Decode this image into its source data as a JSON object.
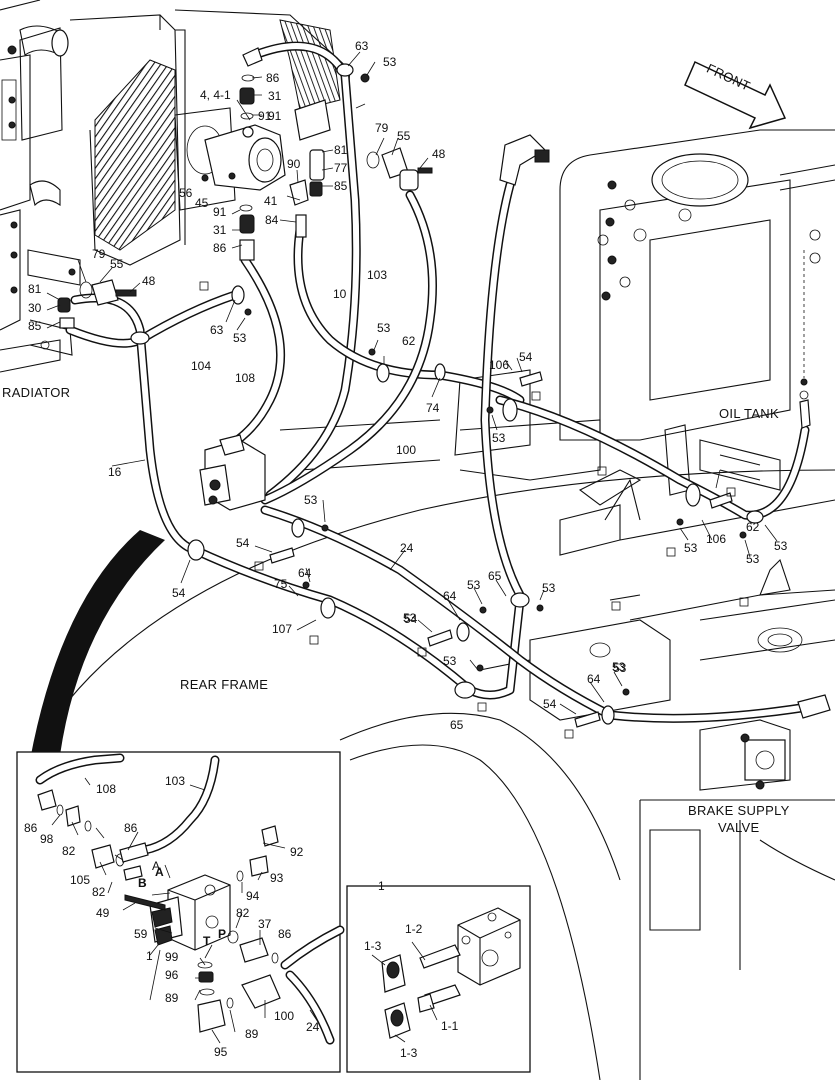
{
  "labels": {
    "front": "FRONT",
    "radiator": "RADIATOR",
    "oil_tank": "OIL TANK",
    "rear_frame": "REAR FRAME",
    "brake_valve_l1": "BRAKE SUPPLY",
    "brake_valve_l2": "VALVE",
    "inset_b_title": "1",
    "port_a": "A",
    "port_b": "B",
    "port_p": "P",
    "port_t": "T"
  },
  "callouts_main": [
    "63",
    "53",
    "86",
    "4, 4-1",
    "31",
    "91",
    "81",
    "77",
    "85",
    "79",
    "55",
    "48",
    "90",
    "56",
    "45",
    "41",
    "84",
    "91",
    "31",
    "86",
    "79",
    "55",
    "48",
    "81",
    "30",
    "85",
    "63",
    "53",
    "104",
    "103",
    "10",
    "53",
    "62",
    "108",
    "106",
    "54",
    "74",
    "53",
    "100",
    "16",
    "53",
    "54",
    "53",
    "106",
    "62",
    "53",
    "53",
    "75",
    "54",
    "53",
    "64",
    "24",
    "65",
    "53",
    "107",
    "54",
    "64",
    "53",
    "53",
    "65",
    "53",
    "54",
    "64",
    "53",
    "91"
  ],
  "callouts_inset_a": [
    "108",
    "103",
    "86",
    "98",
    "82",
    "86",
    "92",
    "A",
    "105",
    "93",
    "B",
    "82",
    "94",
    "49",
    "82",
    "37",
    "59",
    "P",
    "86",
    "1",
    "T",
    "99",
    "96",
    "89",
    "100",
    "89",
    "24",
    "95"
  ],
  "callouts_inset_b": [
    "1-2",
    "1-3",
    "1-1",
    "1-3"
  ]
}
